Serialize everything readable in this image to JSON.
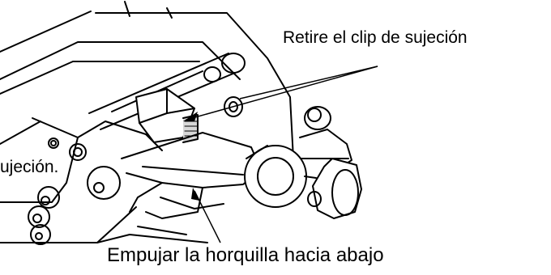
{
  "labels": {
    "clip": "Retire el clip de sujeción",
    "partial": "ujeción.",
    "fork": "Empujar la horquilla hacia abajo"
  },
  "colors": {
    "line": "#000000",
    "fill": "#ffffff",
    "shade": "#d8d8d8"
  }
}
